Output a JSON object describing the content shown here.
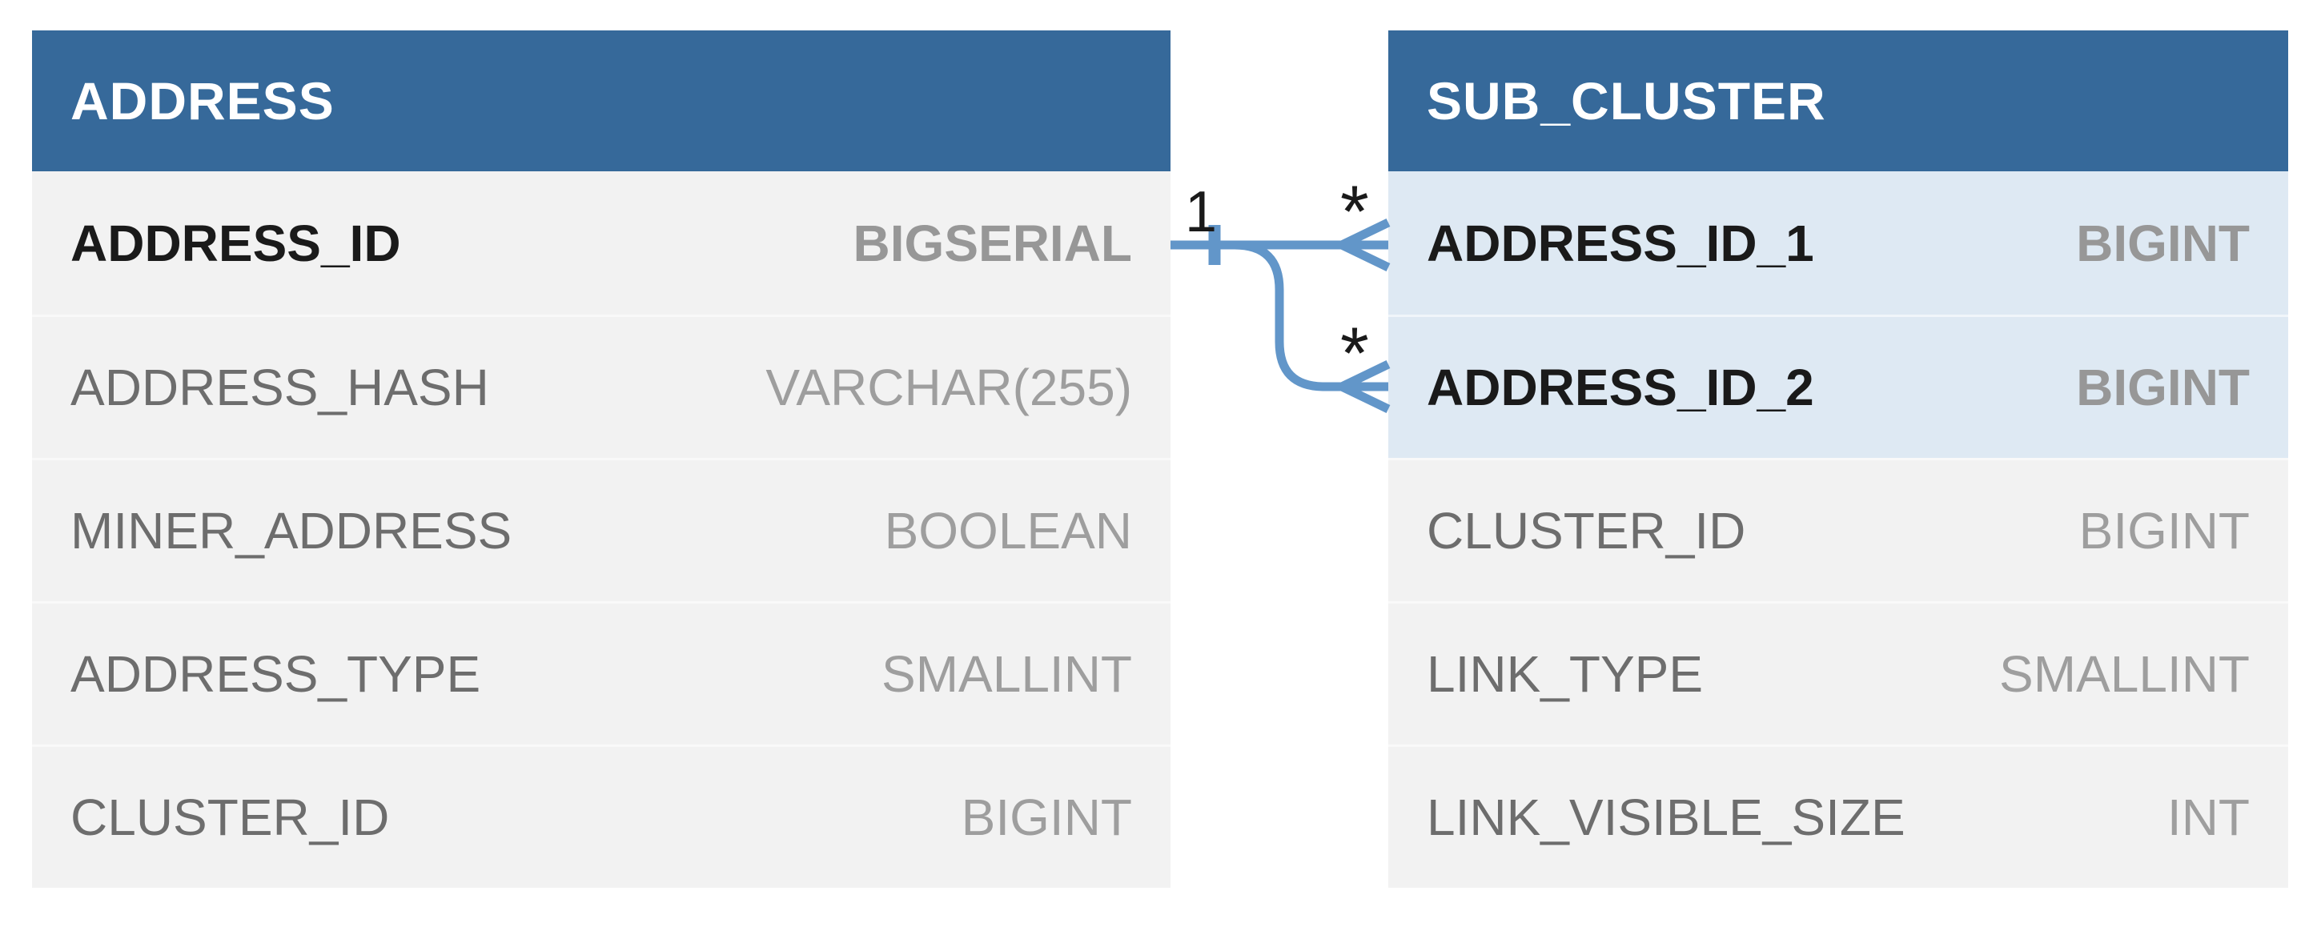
{
  "diagram": {
    "kind": "entity-relationship",
    "colors": {
      "header_bg": "#36699a",
      "header_text": "#ffffff",
      "row_bg": "#f2f2f2",
      "fk_row_bg": "#dee9f3",
      "connector": "#6296c9",
      "column_name_text": "#6d6d6d",
      "column_type_text": "#9e9e9e",
      "key_name_text": "#1a1a1a"
    }
  },
  "tables": [
    {
      "name": "ADDRESS",
      "columns": [
        {
          "name": "ADDRESS_ID",
          "type": "BIGSERIAL",
          "key": true
        },
        {
          "name": "ADDRESS_HASH",
          "type": "VARCHAR(255)",
          "key": false
        },
        {
          "name": "MINER_ADDRESS",
          "type": "BOOLEAN",
          "key": false
        },
        {
          "name": "ADDRESS_TYPE",
          "type": "SMALLINT",
          "key": false
        },
        {
          "name": "CLUSTER_ID",
          "type": "BIGINT",
          "key": false
        }
      ]
    },
    {
      "name": "SUB_CLUSTER",
      "columns": [
        {
          "name": "ADDRESS_ID_1",
          "type": "BIGINT",
          "key": true
        },
        {
          "name": "ADDRESS_ID_2",
          "type": "BIGINT",
          "key": true
        },
        {
          "name": "CLUSTER_ID",
          "type": "BIGINT",
          "key": false
        },
        {
          "name": "LINK_TYPE",
          "type": "SMALLINT",
          "key": false
        },
        {
          "name": "LINK_VISIBLE_SIZE",
          "type": "INT",
          "key": false
        }
      ]
    }
  ],
  "relationship": {
    "type": "one-to-many",
    "from": "ADDRESS.ADDRESS_ID",
    "to": [
      "SUB_CLUSTER.ADDRESS_ID_1",
      "SUB_CLUSTER.ADDRESS_ID_2"
    ],
    "one_label": "1",
    "many_label_1": "*",
    "many_label_2": "*"
  }
}
